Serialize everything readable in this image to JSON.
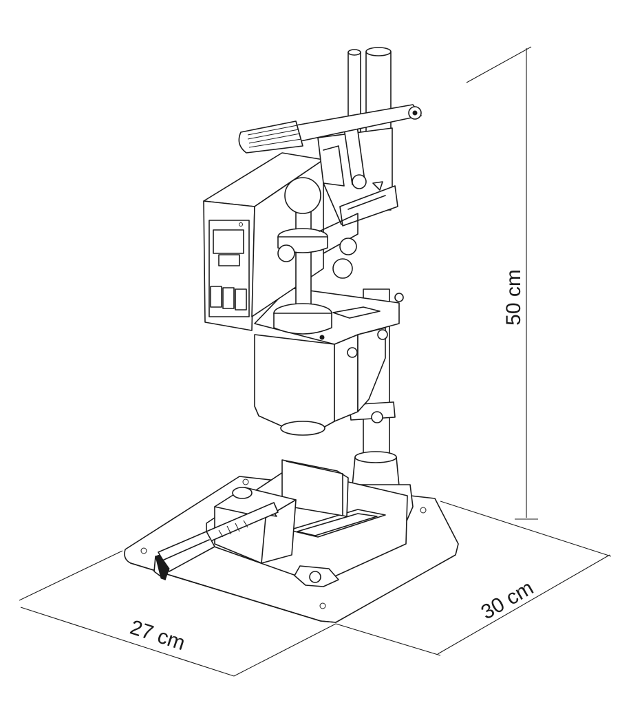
{
  "dimensions": {
    "height": "50 cm",
    "width": "27 cm",
    "depth": "30 cm"
  },
  "colors": {
    "line": "#1a1a1a",
    "background": "#ffffff"
  }
}
